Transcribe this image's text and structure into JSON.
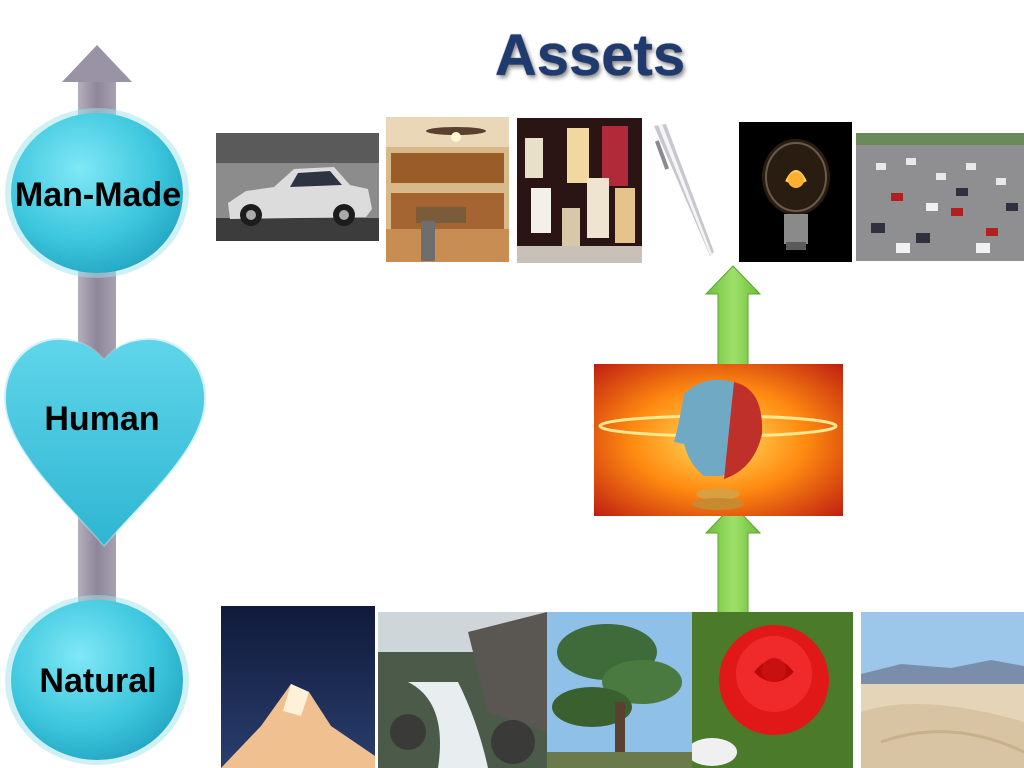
{
  "slide": {
    "title": "Assets"
  },
  "hierarchy": {
    "top_label": "Man-Made",
    "middle_label": "Human",
    "bottom_label": "Natural",
    "colors": {
      "node_fill": "#3ec7dc",
      "spine": "#9a93a5",
      "green_arrow": "#7dc84a"
    }
  },
  "man_made_images": [
    "car",
    "kitchen",
    "perfume-bottles",
    "pen",
    "light-bulb",
    "highway-traffic"
  ],
  "human_image": "digital-head",
  "natural_images": [
    "snowy-mountain",
    "river-rapids",
    "tree",
    "red-rose",
    "desert-dunes"
  ]
}
